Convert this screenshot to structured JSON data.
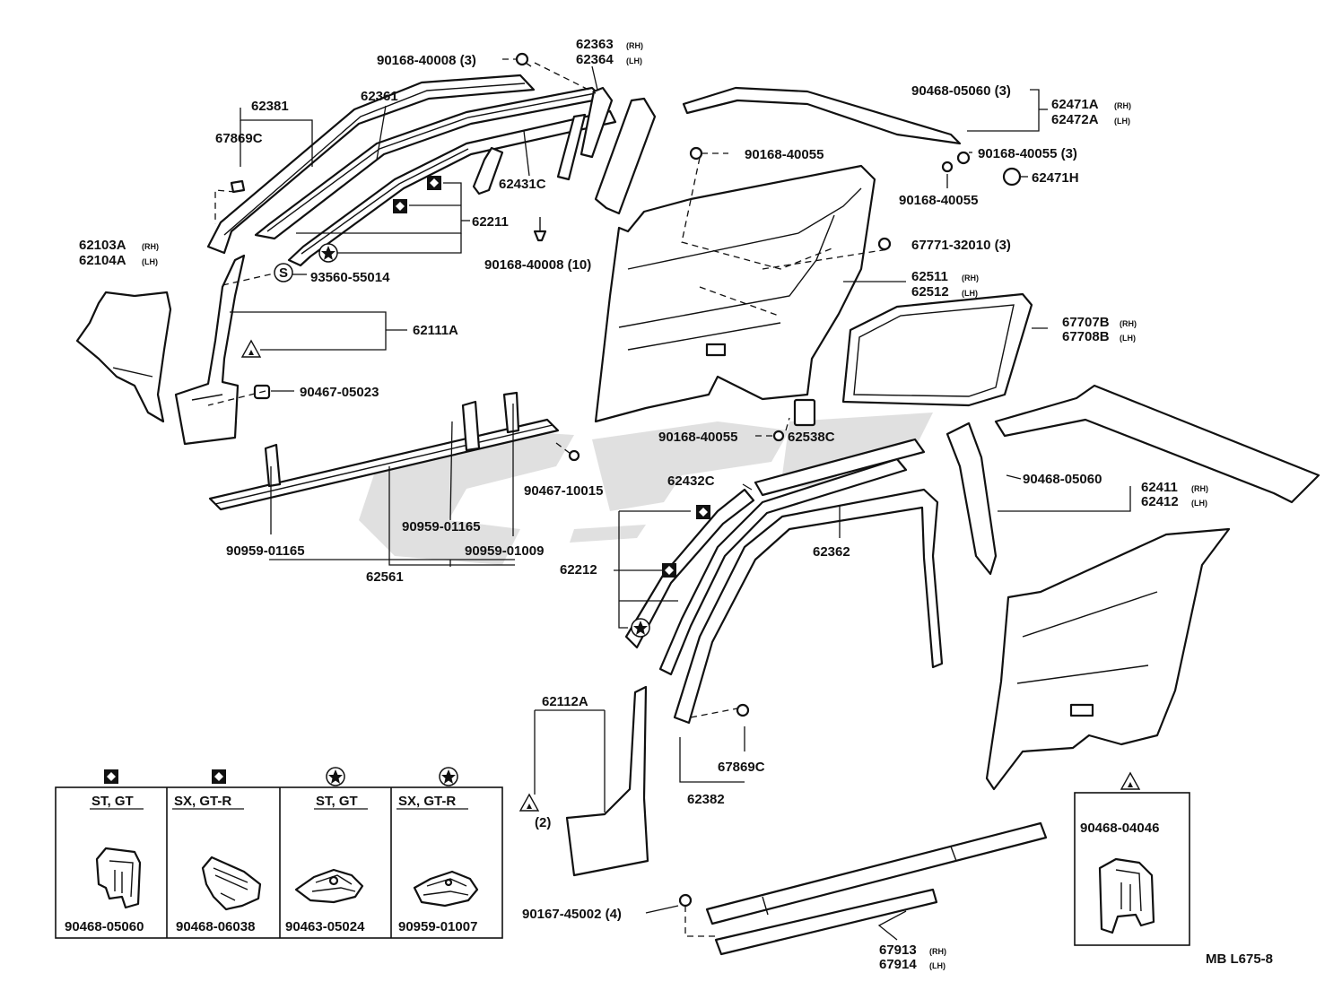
{
  "diagram": {
    "code": "MB L675-8",
    "labels": {
      "p90168_40008_3": "90168-40008 (3)",
      "p62363": "62363",
      "p62364": "62364",
      "p62381": "62381",
      "p62361": "62361",
      "p67869c_top": "67869C",
      "p62431c": "62431C",
      "p62211": "62211",
      "p90168_40008_10": "90168-40008 (10)",
      "p62103a": "62103A",
      "p62104a": "62104A",
      "p93560_55014": "93560-55014",
      "p62111a": "62111A",
      "p90467_05023": "90467-05023",
      "p90468_05060_3": "90468-05060 (3)",
      "p62471a": "62471A",
      "p62472a": "62472A",
      "p90168_40055_a": "90168-40055",
      "p90168_40055_3": "90168-40055 (3)",
      "p62471h": "62471H",
      "p90168_40055_b": "90168-40055",
      "p67771_32010_3": "67771-32010 (3)",
      "p62511": "62511",
      "p62512": "62512",
      "p67707b": "67707B",
      "p67708b": "67708B",
      "p90168_40055_c": "90168-40055",
      "p62538c": "62538C",
      "p90467_10015": "90467-10015",
      "p90959_01165_a": "90959-01165",
      "p90959_01165_b": "90959-01165",
      "p90959_01009": "90959-01009",
      "p62561": "62561",
      "p62432c": "62432C",
      "p62212": "62212",
      "p62362": "62362",
      "p90468_05060": "90468-05060",
      "p62411": "62411",
      "p62412": "62412",
      "p62112a": "62112A",
      "p67869c_bottom": "67869C",
      "p62382": "62382",
      "count_2": "(2)",
      "p90167_45002_4": "90167-45002 (4)",
      "p67913": "67913",
      "p67914": "67914",
      "inset_code": "90468-04046"
    },
    "sides": {
      "rh": "(RH)",
      "lh": "(LH)"
    },
    "symbols": {
      "s": "S"
    },
    "legend": [
      {
        "symbol": "diamond",
        "variant": "ST, GT",
        "part": "90468-05060"
      },
      {
        "symbol": "diamond",
        "variant": "SX, GT-R",
        "part": "90468-06038"
      },
      {
        "symbol": "star",
        "variant": "ST, GT",
        "part": "90463-05024"
      },
      {
        "symbol": "star",
        "variant": "SX, GT-R",
        "part": "90959-01007"
      }
    ]
  }
}
